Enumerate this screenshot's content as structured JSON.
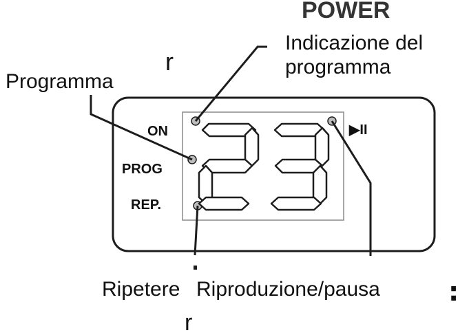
{
  "callouts": {
    "program_indication_line1": "Indicazione del",
    "program_indication_line2": "programma",
    "program": "Programma",
    "repeat": "Ripetere",
    "play_pause": "Riproduzione/pausa"
  },
  "display": {
    "labels": {
      "on": "ON",
      "prog": "PROG",
      "rep": "REP.",
      "play_pause": "▶II"
    },
    "digits": "23"
  },
  "artifacts": {
    "top_fragment": "POWER",
    "small_r_top": "r",
    "small_r_bottom": "r",
    "dots": ":"
  },
  "colors": {
    "ink": "#111111",
    "border": "#1d1d1d",
    "indicator": "#bdbdbd"
  }
}
